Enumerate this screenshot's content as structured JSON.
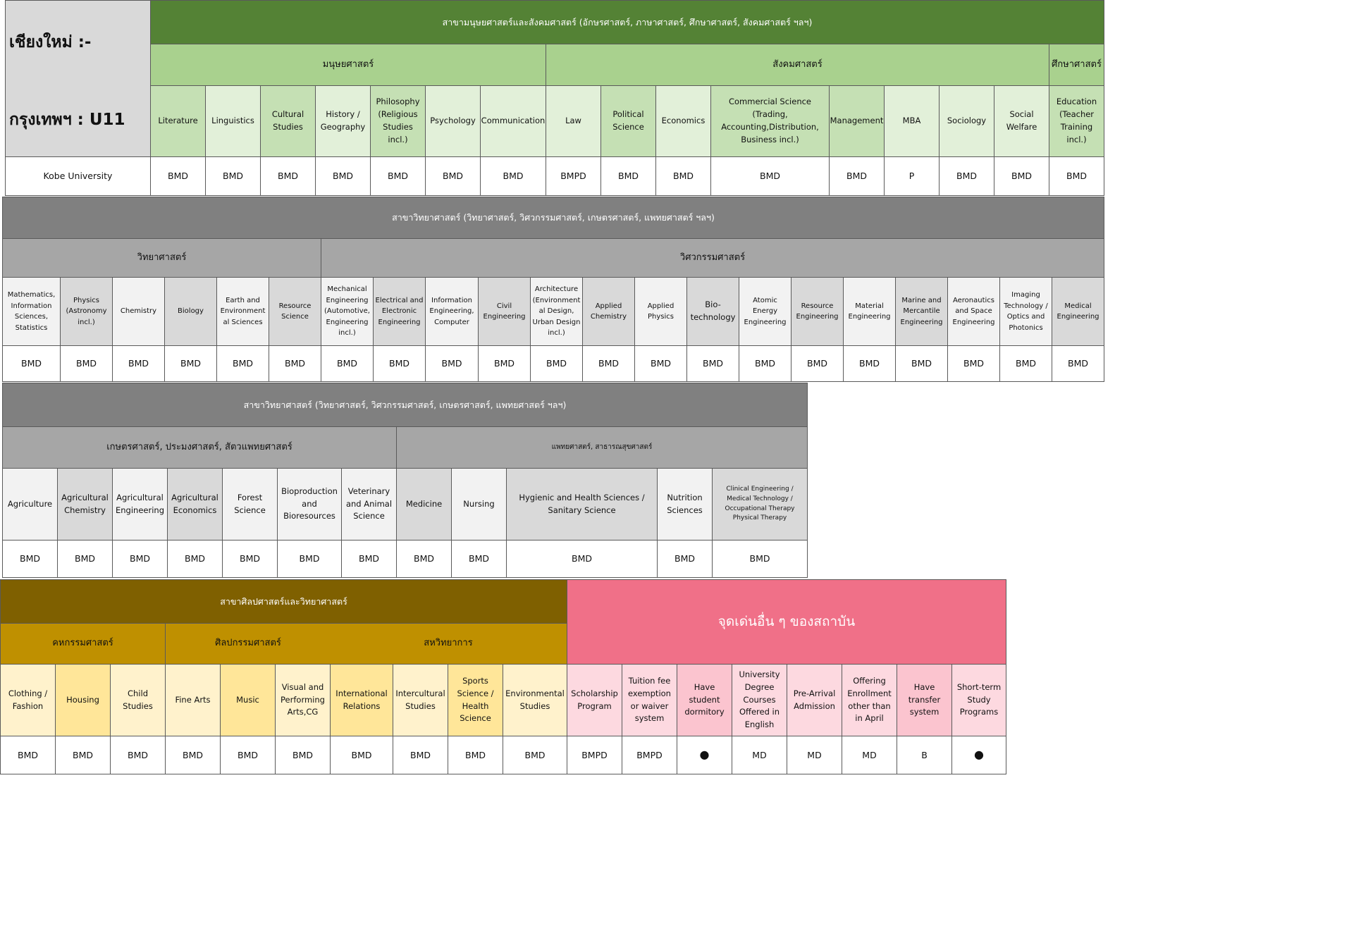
{
  "colors": {
    "human_top": "#548235",
    "human_mid": "#a9d18e",
    "human_a": "#c5e0b4",
    "human_b": "#e2f0d9",
    "sci_top": "#808080",
    "sci_mid": "#a6a6a6",
    "sci_a": "#f2f2f2",
    "sci_b": "#d9d9d9",
    "art_top": "#7f6000",
    "art_mid": "#bf9000",
    "art_a": "#fff2cc",
    "art_b": "#ffe699",
    "pink_top": "#f07088",
    "pink_a": "#fdd9e0",
    "pink_b": "#fbc4cf",
    "title_bg": "#d9d9d9"
  },
  "title": {
    "line1": "เชียงใหม่ :-",
    "line2": "กรุงเทพฯ : U11"
  },
  "university": "Kobe University",
  "humanities": {
    "header": "สาขามนุษยศาสตร์และสังคมศาสตร์ (อักษรศาสตร์, ภาษาศาสตร์, ศึกษาศาสตร์, สังคมศาสตร์ ฯลฯ)",
    "groups": [
      "มนุษยศาสตร์",
      "สังคมศาสตร์",
      "ศึกษาศาสตร์"
    ],
    "fields": [
      "Literature",
      "Linguistics",
      "Cultural Studies",
      "History / Geography",
      "Philosophy (Religious Studies incl.)",
      "Psychology",
      "Communication",
      "Law",
      "Political Science",
      "Economics",
      "Commercial Science (Trading, Accounting,Distribution, Business incl.)",
      "Management",
      "MBA",
      "Sociology",
      "Social Welfare",
      "Education (Teacher Training incl.)"
    ],
    "values": [
      "BMD",
      "BMD",
      "BMD",
      "BMD",
      "BMD",
      "BMD",
      "BMD",
      "BMPD",
      "BMD",
      "BMD",
      "BMD",
      "BMD",
      "P",
      "BMD",
      "BMD",
      "BMD"
    ]
  },
  "science": {
    "header": "สาขาวิทยาศาสตร์ (วิทยาศาสตร์, วิศวกรรมศาสตร์, เกษตรศาสตร์, แพทยศาสตร์ ฯลฯ)",
    "groups": [
      "วิทยาศาสตร์",
      "วิศวกรรมศาสตร์"
    ],
    "fields": [
      "Mathematics, Information Sciences, Statistics",
      "Physics (Astronomy incl.)",
      "Chemistry",
      "Biology",
      "Earth and Environment al Sciences",
      "Resource Science",
      "Mechanical Engineering (Automotive, Engineering incl.)",
      "Electrical and Electronic Engineering",
      "Information Engineering, Computer",
      "Civil Engineering",
      "Architecture (Environment al Design, Urban Design incl.)",
      "Applied Chemistry",
      "Applied Physics",
      "Bio-technology",
      "Atomic Energy Engineering",
      "Resource Engineering",
      "Material Engineering",
      "Marine and Mercantile Engineering",
      "Aeronautics and Space Engineering",
      "Imaging Technology / Optics and Photonics",
      "Medical Engineering"
    ],
    "values": [
      "BMD",
      "BMD",
      "BMD",
      "BMD",
      "BMD",
      "BMD",
      "BMD",
      "BMD",
      "BMD",
      "BMD",
      "BMD",
      "BMD",
      "BMD",
      "BMD",
      "BMD",
      "BMD",
      "BMD",
      "BMD",
      "BMD",
      "BMD",
      "BMD"
    ]
  },
  "agri_med": {
    "header": "สาขาวิทยาศาสตร์ (วิทยาศาสตร์, วิศวกรรมศาสตร์, เกษตรศาสตร์, แพทยศาสตร์ ฯลฯ)",
    "groups": [
      "เกษตรศาสตร์, ประมงศาสตร์, สัตวแพทยศาสตร์",
      "แพทยศาสตร์, สาธารณสุขศาสตร์"
    ],
    "fields": [
      "Agriculture",
      "Agricultural Chemistry",
      "Agricultural Engineering",
      "Agricultural Economics",
      "Forest Science",
      "Bioproduction and Bioresources",
      "Veterinary and Animal Science",
      "Medicine",
      "Nursing",
      "Hygienic and Health Sciences / Sanitary Science",
      "Nutrition Sciences",
      "Clinical Engineering / Medical Technology / Occupational Therapy Physical Therapy"
    ],
    "values": [
      "BMD",
      "BMD",
      "BMD",
      "BMD",
      "BMD",
      "BMD",
      "BMD",
      "BMD",
      "BMD",
      "BMD",
      "BMD",
      "BMD"
    ]
  },
  "arts": {
    "header": "สาขาศิลปศาสตร์และวิทยาศาสตร์",
    "groups": [
      "คหกรรมศาสตร์",
      "ศิลปกรรมศาสตร์",
      "สหวิทยาการ"
    ],
    "fields": [
      "Clothing / Fashion",
      "Housing",
      "Child Studies",
      "Fine Arts",
      "Music",
      "Visual and Performing Arts,CG",
      "International Relations",
      "Intercultural Studies",
      "Sports Science / Health Science",
      "Environmental Studies"
    ],
    "values": [
      "BMD",
      "BMD",
      "BMD",
      "BMD",
      "BMD",
      "BMD",
      "BMD",
      "BMD",
      "BMD",
      "BMD"
    ]
  },
  "features": {
    "header": "จุดเด่นอื่น ๆ ของสถาบัน",
    "fields": [
      "Scholarship Program",
      "Tuition fee exemption or waiver system",
      "Have student dormitory",
      "University Degree Courses Offered in English",
      "Pre-Arrival Admission",
      "Offering Enrollment other than in April",
      "Have transfer system",
      "Short-term Study Programs"
    ],
    "values": [
      "BMPD",
      "BMPD",
      "●",
      "MD",
      "MD",
      "MD",
      "B",
      "●"
    ]
  }
}
